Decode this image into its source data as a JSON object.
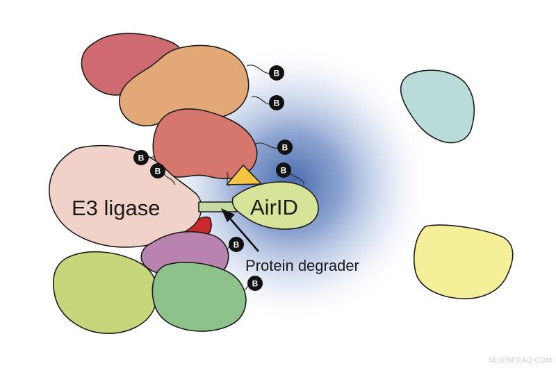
{
  "labels": {
    "e3_ligase": "E3 ligase",
    "airid": "AirID",
    "protein_degrader": "Protein degrader",
    "biotin": "B"
  },
  "watermark": "SCIENCEAQ.COM",
  "colors": {
    "halo": "#3c5fa6",
    "red_protein_top": "#cf6b70",
    "orange_protein": "#e3a877",
    "salmon_protein": "#d5776d",
    "e3_ligase": "#f0d2c8",
    "airid": "#d6e49a",
    "degrader_linker": "#c5dba3",
    "yellow_triangle": "#f5c542",
    "red_wedge": "#c92b2b",
    "purple_protein": "#b883ae",
    "lime_protein": "#c7d67a",
    "green_protein": "#8ec28b",
    "teal_protein": "#b9dcd9",
    "yellow_protein": "#f5ef9a",
    "biotin_tag": "#111111"
  }
}
